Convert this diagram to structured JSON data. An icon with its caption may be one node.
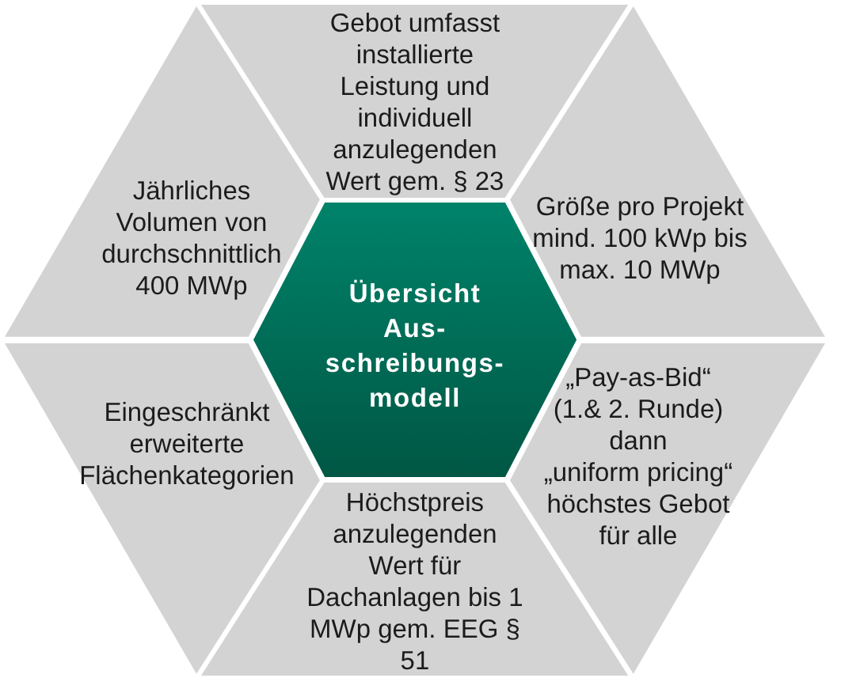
{
  "diagram": {
    "nodes": [
      {
        "text": [
          "Gebot umfasst installierte Leistung und individuell anzulegenden Wert gem. § 23"
        ]
      },
      {
        "text": [
          "Jährliches Volumen von durchschnittlich 400 MWp"
        ]
      },
      {
        "text": [
          "Größe pro Projekt mind. 100 kWp bis max. 10 MWp"
        ]
      },
      {
        "text": [
          "Übersicht Aus- schreibungs- modell"
        ]
      },
      {
        "text": [
          "Eingeschränkt erweiterte Flächenkategorien"
        ]
      },
      {
        "text": [
          "„Pay-as-Bid“ (1.& 2. Runde) dann „uniform pricing“ höchstes Gebot für alle"
        ]
      },
      {
        "text": [
          "Höchstpreis anzulegenden Wert für Dachanlagen bis 1 MWp gem. EEG § 51"
        ]
      }
    ]
  }
}
